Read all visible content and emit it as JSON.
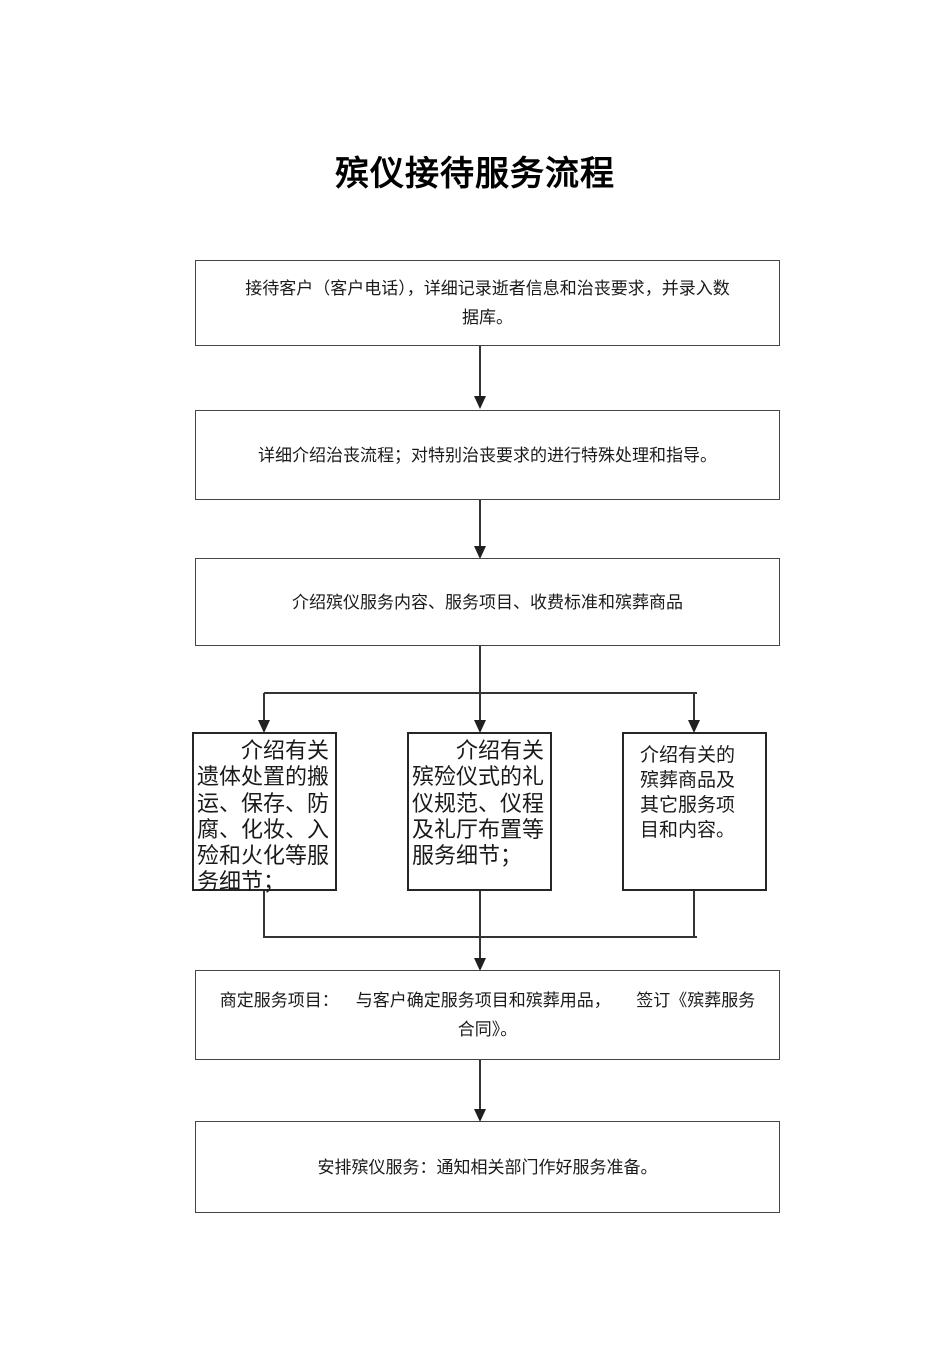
{
  "flowchart": {
    "title": "殡仪接待服务流程",
    "colors": {
      "background": "#ffffff",
      "box_border": "#454545",
      "branch_box_border": "#262626",
      "line": "#343434",
      "text": "#1a1a1a"
    },
    "steps": {
      "reception": {
        "text": "接待客户（客户电话），详细记录逝者信息和治丧要求，并录入数\n据库。"
      },
      "explain_process": {
        "text": "详细介绍治丧流程；对特别治丧要求的进行特殊处理和指导。"
      },
      "introduce_services": {
        "text": "介绍殡仪服务内容、服务项目、收费标准和殡葬商品"
      },
      "body_handling": {
        "text": "  介绍有关\n遗体处置的搬\n运、保存、防\n腐、化妆、入\n殓和火化等服\n务细节；"
      },
      "ceremony_details": {
        "text": "  介绍有关\n殡殓仪式的礼\n仪规范、仪程\n及礼厅布置等\n服务细节；"
      },
      "merchandise": {
        "text": "介绍有关的\n殡葬商品及\n其它服务项\n目和内容。"
      },
      "confirm_contract": {
        "text": "商定服务项目： 与客户确定服务项目和殡葬用品，  签订《殡葬服务\n合同》。"
      },
      "arrange_service": {
        "text": "安排殡仪服务：通知相关部门作好服务准备。"
      }
    },
    "edges": [
      {
        "from": "reception",
        "to": "explain_process"
      },
      {
        "from": "explain_process",
        "to": "introduce_services"
      },
      {
        "from": "introduce_services",
        "to": "body_handling"
      },
      {
        "from": "introduce_services",
        "to": "ceremony_details"
      },
      {
        "from": "introduce_services",
        "to": "merchandise"
      },
      {
        "from": "body_handling",
        "to": "confirm_contract"
      },
      {
        "from": "ceremony_details",
        "to": "confirm_contract"
      },
      {
        "from": "merchandise",
        "to": "confirm_contract"
      },
      {
        "from": "confirm_contract",
        "to": "arrange_service"
      }
    ]
  }
}
